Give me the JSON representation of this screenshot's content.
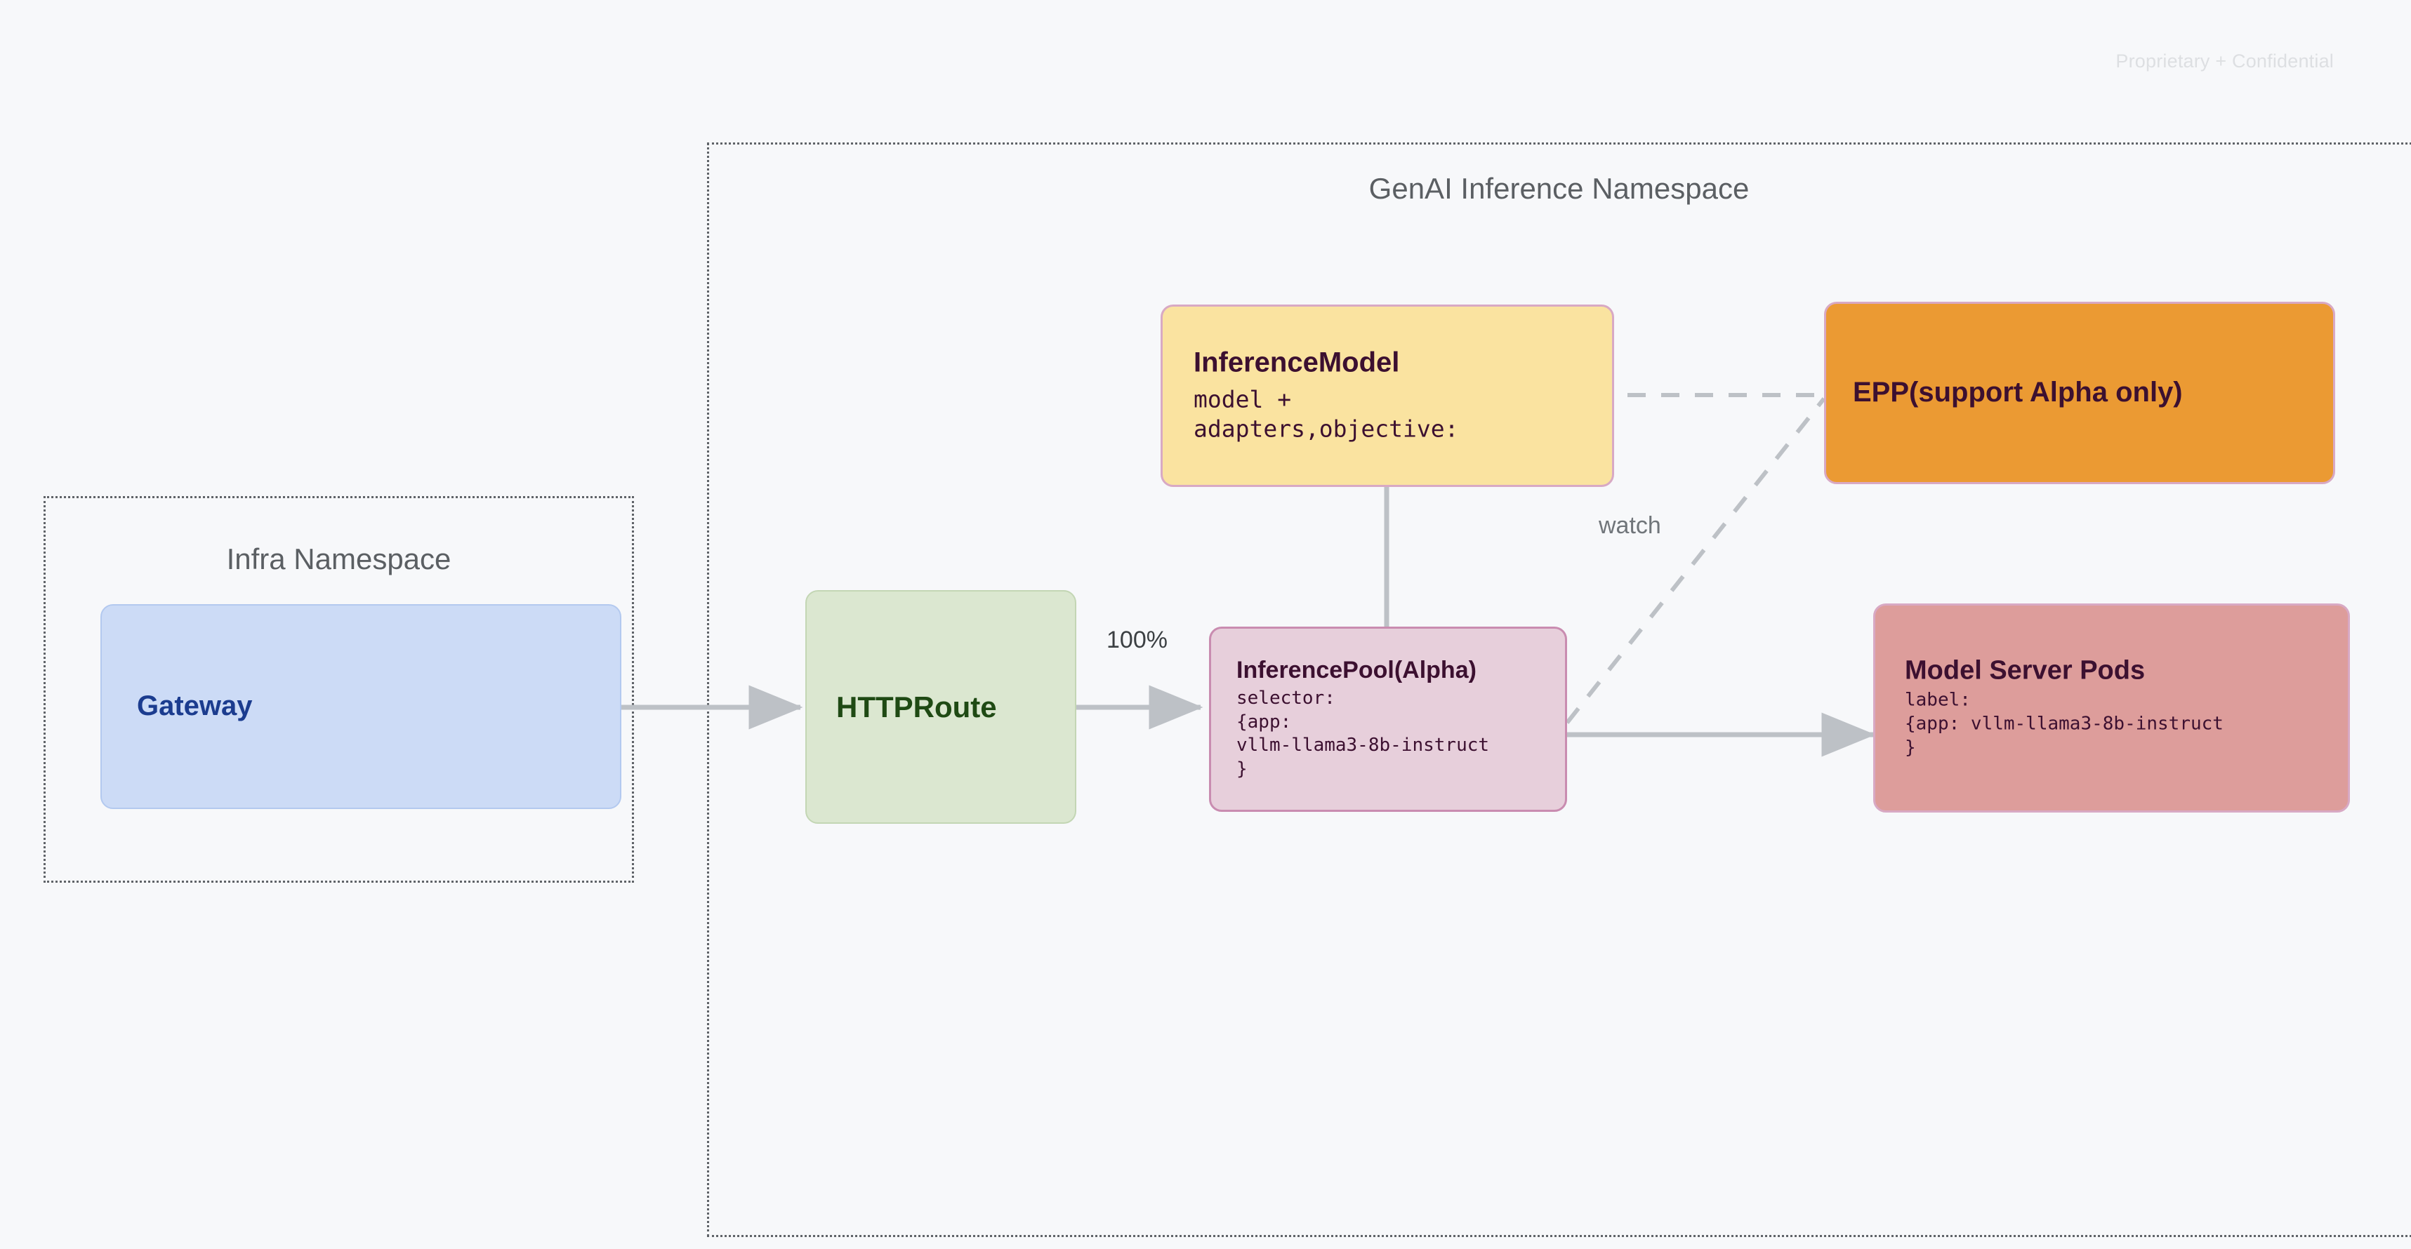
{
  "page": {
    "watermark": "Proprietary + Confidential",
    "background_color": "#f7f8fa"
  },
  "namespaces": [
    {
      "id": "infra",
      "title": "Infra Namespace"
    },
    {
      "id": "genai",
      "title": "GenAI Inference Namespace"
    }
  ],
  "nodes": {
    "gateway": {
      "title": "Gateway",
      "body": "",
      "fill": "#ccdbf6",
      "text_color": "#1b3c8f"
    },
    "httproute": {
      "title": "HTTPRoute",
      "body": "",
      "fill": "#dbe7d0",
      "text_color": "#1f4a14"
    },
    "inferencemodel": {
      "title": "InferenceModel",
      "body": "model +\nadapters,objective:",
      "fill": "#fae3a0",
      "text_color": "#3c1030"
    },
    "inferencepool": {
      "title": "InferencePool(Alpha)",
      "body": "selector:\n{app:\nvllm-llama3-8b-instruct\n}",
      "fill": "#e7cfdb",
      "text_color": "#3c1030"
    },
    "epp": {
      "title": "EPP(support Alpha only)",
      "body": "",
      "fill": "#eb9a33",
      "text_color": "#3c1030"
    },
    "modelserverpods": {
      "title": "Model Server Pods",
      "body": "label:\n{app: vllm-llama3-8b-instruct\n}",
      "fill": "#dd9d9b",
      "text_color": "#3c1030"
    }
  },
  "edges": [
    {
      "id": "gateway-to-httproute",
      "from": "gateway",
      "to": "httproute",
      "label": "",
      "style": "solid"
    },
    {
      "id": "httproute-to-inferencepool",
      "from": "httproute",
      "to": "inferencepool",
      "label": "100%",
      "style": "solid"
    },
    {
      "id": "inferencemodel-to-inferencepool",
      "from": "inferencemodel",
      "to": "inferencepool",
      "label": "",
      "style": "solid"
    },
    {
      "id": "inferencepool-to-modelserverpods",
      "from": "inferencepool",
      "to": "modelserverpods",
      "label": "",
      "style": "solid"
    },
    {
      "id": "inferencemodel-to-epp",
      "from": "inferencemodel",
      "to": "epp",
      "label": "",
      "style": "dashed"
    },
    {
      "id": "inferencepool-to-epp",
      "from": "inferencepool",
      "to": "epp",
      "label": "watch",
      "style": "dashed"
    }
  ],
  "edge_labels": {
    "traffic_weight": "100%",
    "watch": "watch"
  },
  "colors": {
    "edge_stroke": "#bdc1c6",
    "namespace_border": "#5f6368",
    "namespace_title": "#5b5f63"
  }
}
